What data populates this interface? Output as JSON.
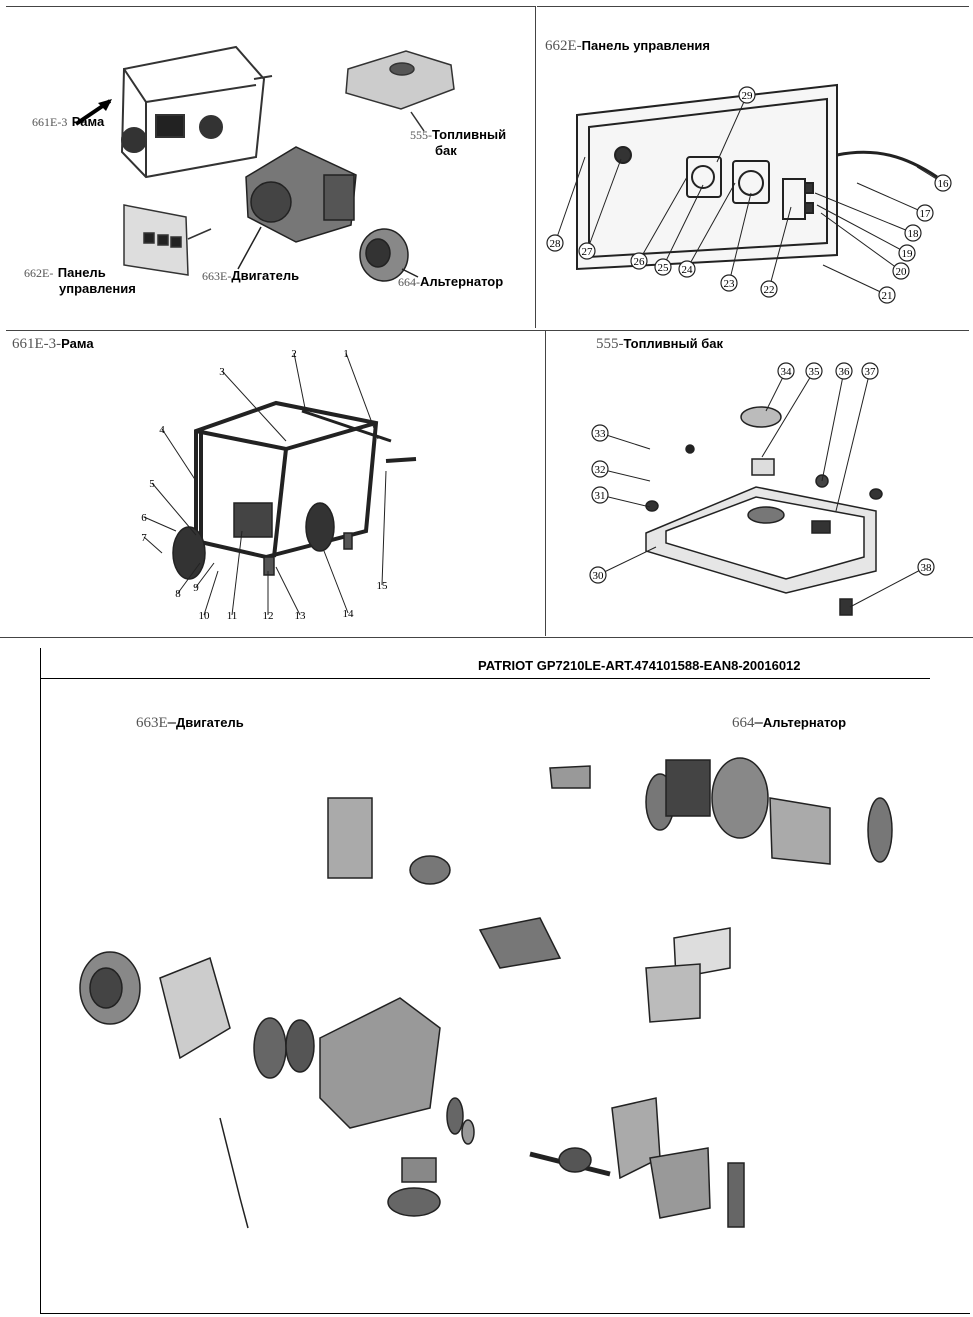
{
  "overview": {
    "frame": {
      "code": "661E-3",
      "name": "Рама"
    },
    "fuel_tank": {
      "code": "555-",
      "name_line1": "Топливный",
      "name_line2": "бак"
    },
    "control_panel": {
      "code": "662E-",
      "name_line1": "Панель",
      "name_line2": "управления"
    },
    "engine": {
      "code": "663E-",
      "name": "Двигатель"
    },
    "alternator": {
      "code": "664-",
      "name": "Альтернатор"
    }
  },
  "control_panel_section": {
    "code": "662E-",
    "title": "Панель управления",
    "callouts": [
      "29",
      "28",
      "27",
      "26",
      "25",
      "24",
      "23",
      "22",
      "21",
      "20",
      "19",
      "18",
      "17",
      "16"
    ]
  },
  "frame_section": {
    "code": "661E-3-",
    "title": "Рама",
    "callouts": [
      "1",
      "2",
      "3",
      "4",
      "5",
      "6",
      "7",
      "8",
      "9",
      "10",
      "11",
      "12",
      "13",
      "14",
      "15"
    ]
  },
  "fuel_tank_section": {
    "code": "555-",
    "title": "Топливный бак",
    "callouts": [
      "34",
      "35",
      "36",
      "37",
      "33",
      "32",
      "31",
      "30",
      "38"
    ]
  },
  "engine_sheet": {
    "header": "PATRIOT GP7210LE-ART.474101588-EAN8-20016012",
    "engine": {
      "code": "663E",
      "title": "Двигатель"
    },
    "alternator": {
      "code": "664",
      "title": "Альтернатор"
    }
  }
}
